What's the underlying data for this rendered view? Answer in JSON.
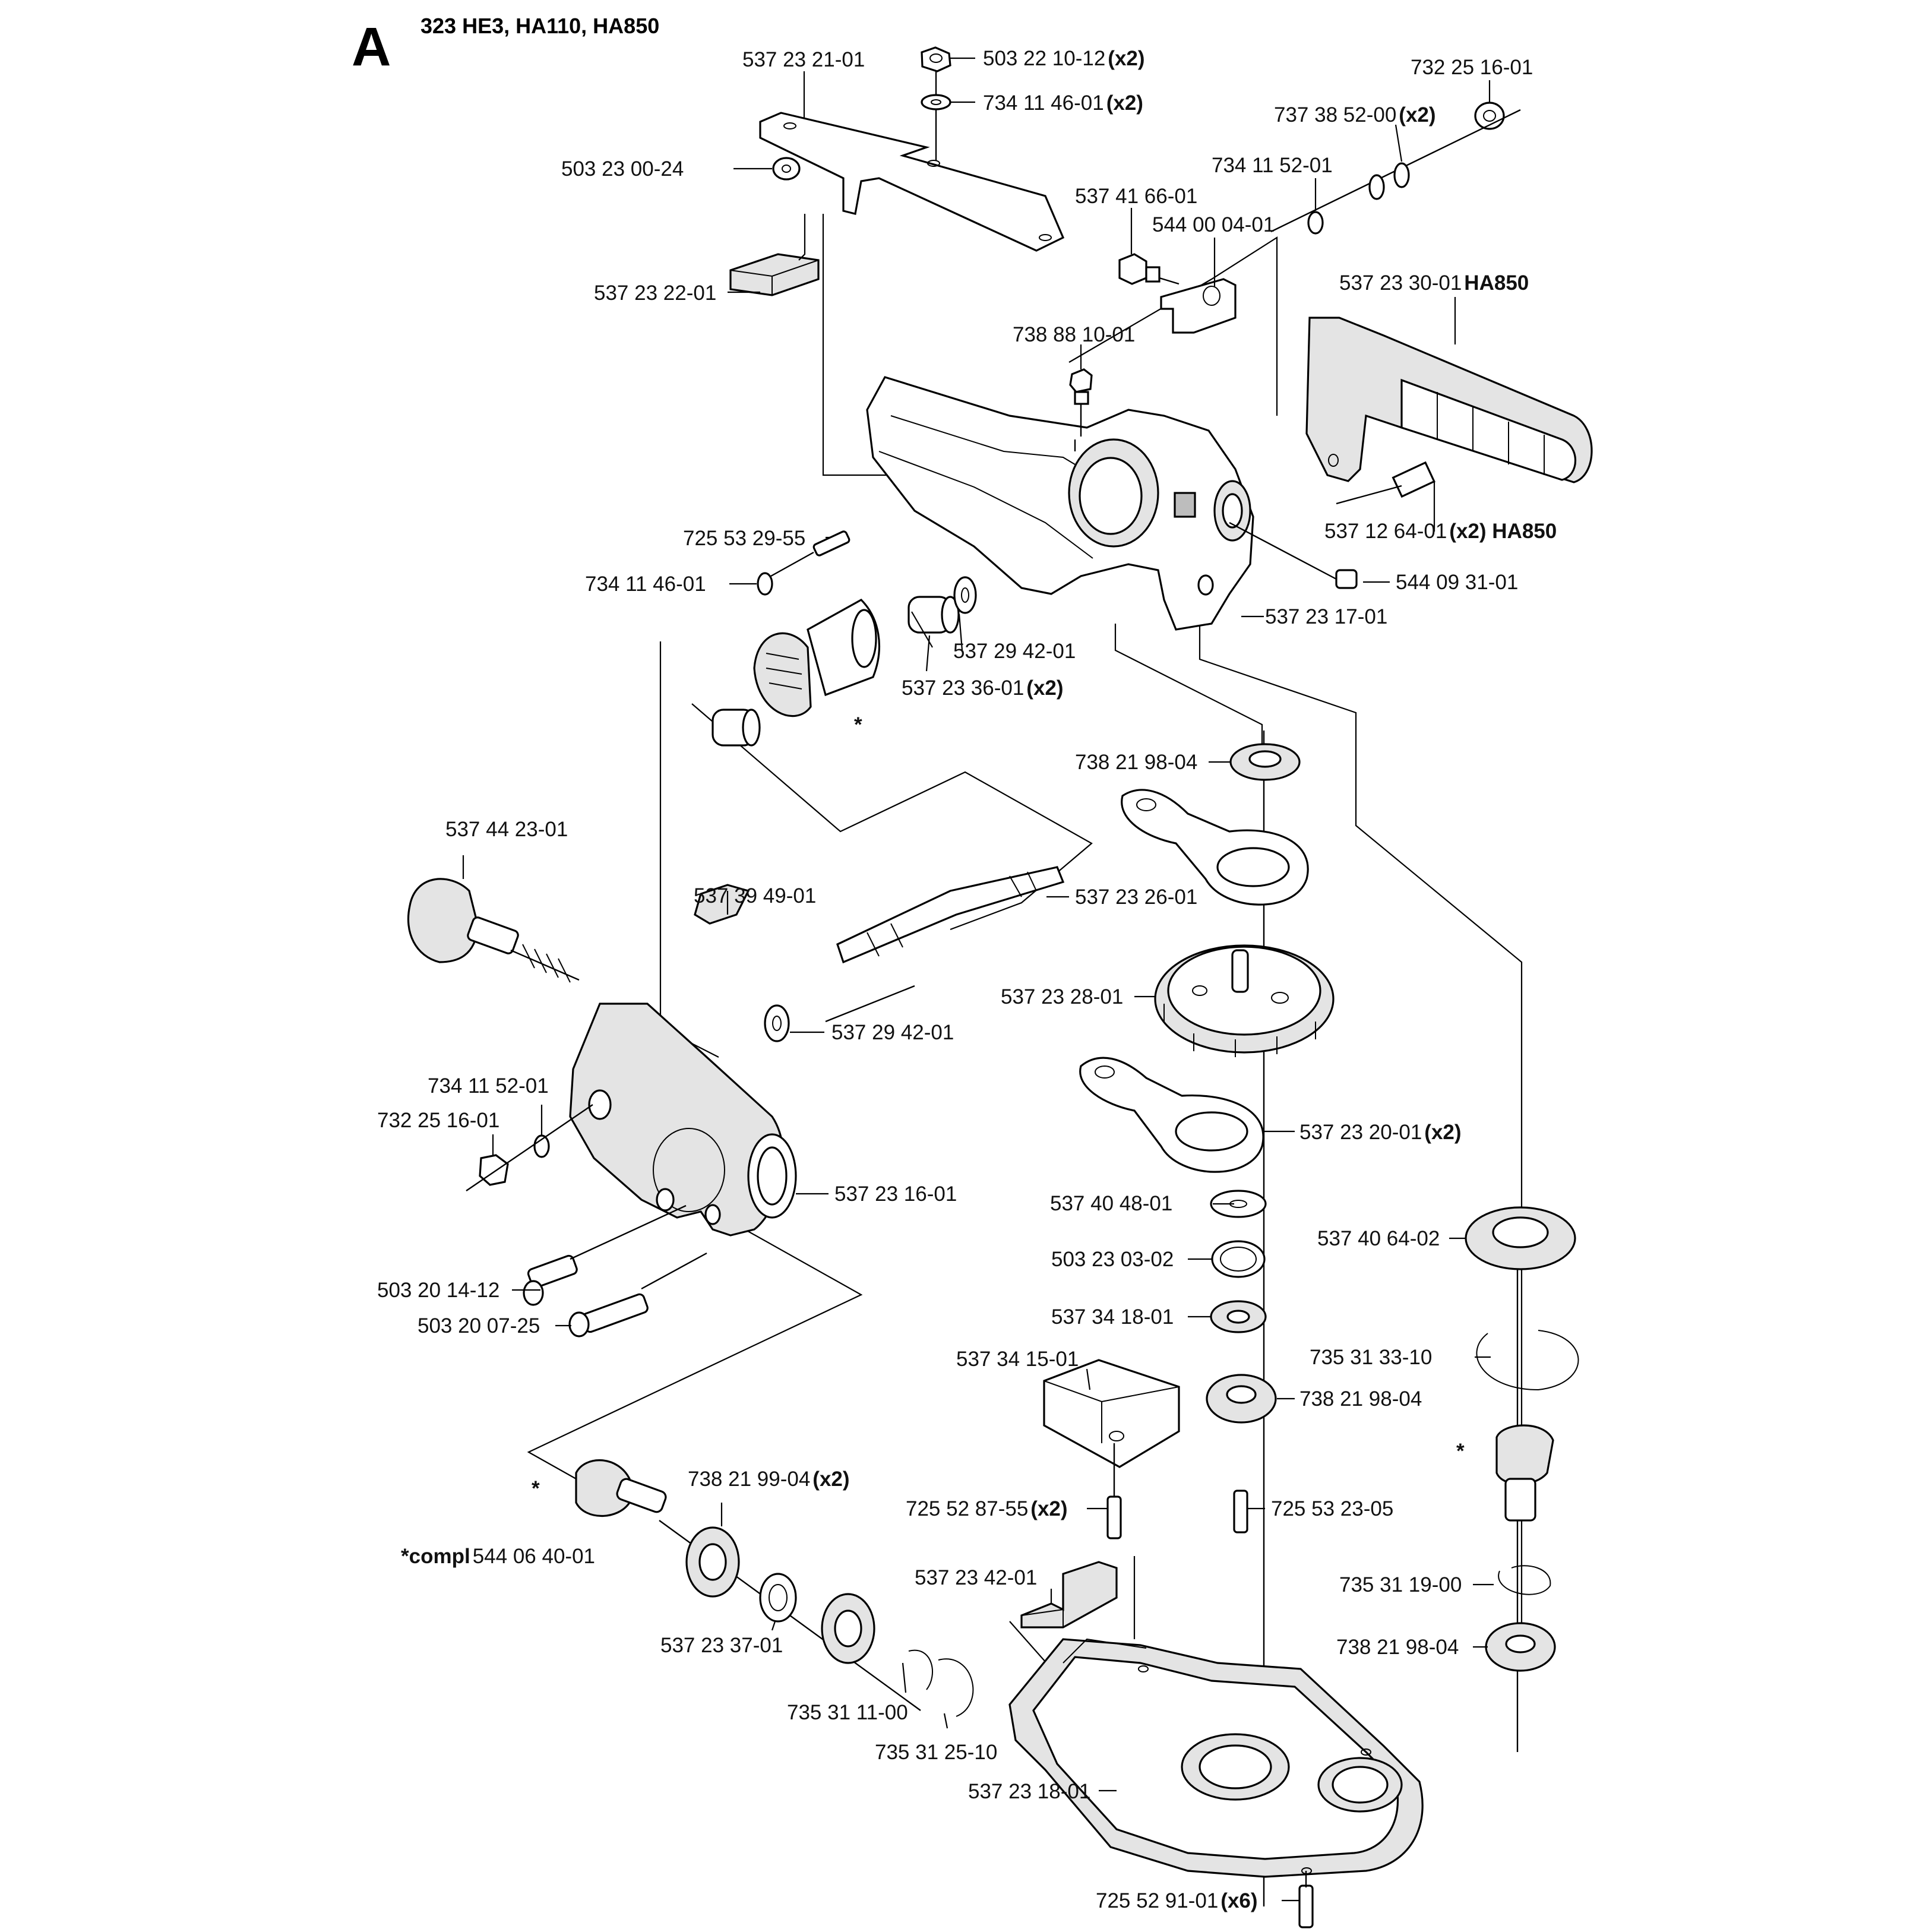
{
  "section_letter": "A",
  "models_title": "323 HE3, HA110, HA850",
  "compl_note": {
    "prefix": "*compl",
    "part": "544 06 40-01"
  },
  "asterisk": "*",
  "labels": [
    {
      "id": "l01",
      "text": "537 23 21-01",
      "qty": ""
    },
    {
      "id": "l02",
      "text": "503 22 10-12",
      "qty": "(x2)"
    },
    {
      "id": "l03",
      "text": "734 11 46-01",
      "qty": "(x2)"
    },
    {
      "id": "l04",
      "text": "732 25 16-01",
      "qty": ""
    },
    {
      "id": "l05",
      "text": "737 38 52-00",
      "qty": "(x2)"
    },
    {
      "id": "l06",
      "text": "503 23 00-24",
      "qty": ""
    },
    {
      "id": "l07",
      "text": "734 11 52-01",
      "qty": ""
    },
    {
      "id": "l08",
      "text": "537 41 66-01",
      "qty": ""
    },
    {
      "id": "l09",
      "text": "544 00 04-01",
      "qty": ""
    },
    {
      "id": "l10",
      "text": "537 23 22-01",
      "qty": ""
    },
    {
      "id": "l11",
      "text": "537 23 30-01",
      "qty": "HA850"
    },
    {
      "id": "l12",
      "text": "738 88 10-01",
      "qty": ""
    },
    {
      "id": "l13",
      "text": "537 12 64-01",
      "qty": "(x2) HA850"
    },
    {
      "id": "l14",
      "text": "725 53 29-55",
      "qty": ""
    },
    {
      "id": "l15",
      "text": "544 09 31-01",
      "qty": ""
    },
    {
      "id": "l16",
      "text": "734 11 46-01",
      "qty": ""
    },
    {
      "id": "l17",
      "text": "537 23 17-01",
      "qty": ""
    },
    {
      "id": "l18",
      "text": "537 29 42-01",
      "qty": ""
    },
    {
      "id": "l19",
      "text": "537 23 36-01",
      "qty": "(x2)"
    },
    {
      "id": "l20",
      "text": "738 21 98-04",
      "qty": ""
    },
    {
      "id": "l21",
      "text": "537 44 23-01",
      "qty": ""
    },
    {
      "id": "l22",
      "text": "537 39 49-01",
      "qty": ""
    },
    {
      "id": "l23",
      "text": "537 23 26-01",
      "qty": ""
    },
    {
      "id": "l24",
      "text": "537 23 28-01",
      "qty": ""
    },
    {
      "id": "l25",
      "text": "537 29 42-01",
      "qty": ""
    },
    {
      "id": "l26",
      "text": "734 11 52-01",
      "qty": ""
    },
    {
      "id": "l27",
      "text": "732 25 16-01",
      "qty": ""
    },
    {
      "id": "l28",
      "text": "537 23 20-01",
      "qty": "(x2)"
    },
    {
      "id": "l29",
      "text": "537 23 16-01",
      "qty": ""
    },
    {
      "id": "l30",
      "text": "537 40 48-01",
      "qty": ""
    },
    {
      "id": "l31",
      "text": "537 40 64-02",
      "qty": ""
    },
    {
      "id": "l32",
      "text": "503 23 03-02",
      "qty": ""
    },
    {
      "id": "l33",
      "text": "503 20 14-12",
      "qty": ""
    },
    {
      "id": "l34",
      "text": "537 34 18-01",
      "qty": ""
    },
    {
      "id": "l35",
      "text": "503 20 07-25",
      "qty": ""
    },
    {
      "id": "l36",
      "text": "735 31 33-10",
      "qty": ""
    },
    {
      "id": "l37",
      "text": "537 34 15-01",
      "qty": ""
    },
    {
      "id": "l38",
      "text": "738 21 98-04",
      "qty": ""
    },
    {
      "id": "l39",
      "text": "738 21 99-04",
      "qty": "(x2)"
    },
    {
      "id": "l40",
      "text": "725 52 87-55",
      "qty": "(x2)"
    },
    {
      "id": "l41",
      "text": "725 53 23-05",
      "qty": ""
    },
    {
      "id": "l42",
      "text": "537 23 42-01",
      "qty": ""
    },
    {
      "id": "l43",
      "text": "735 31 19-00",
      "qty": ""
    },
    {
      "id": "l44",
      "text": "537 23 37-01",
      "qty": ""
    },
    {
      "id": "l45",
      "text": "738 21 98-04",
      "qty": ""
    },
    {
      "id": "l46",
      "text": "735 31 11-00",
      "qty": ""
    },
    {
      "id": "l47",
      "text": "735 31 25-10",
      "qty": ""
    },
    {
      "id": "l48",
      "text": "537 23 18-01",
      "qty": ""
    },
    {
      "id": "l49",
      "text": "725 52 91-01",
      "qty": "(x6)"
    }
  ]
}
